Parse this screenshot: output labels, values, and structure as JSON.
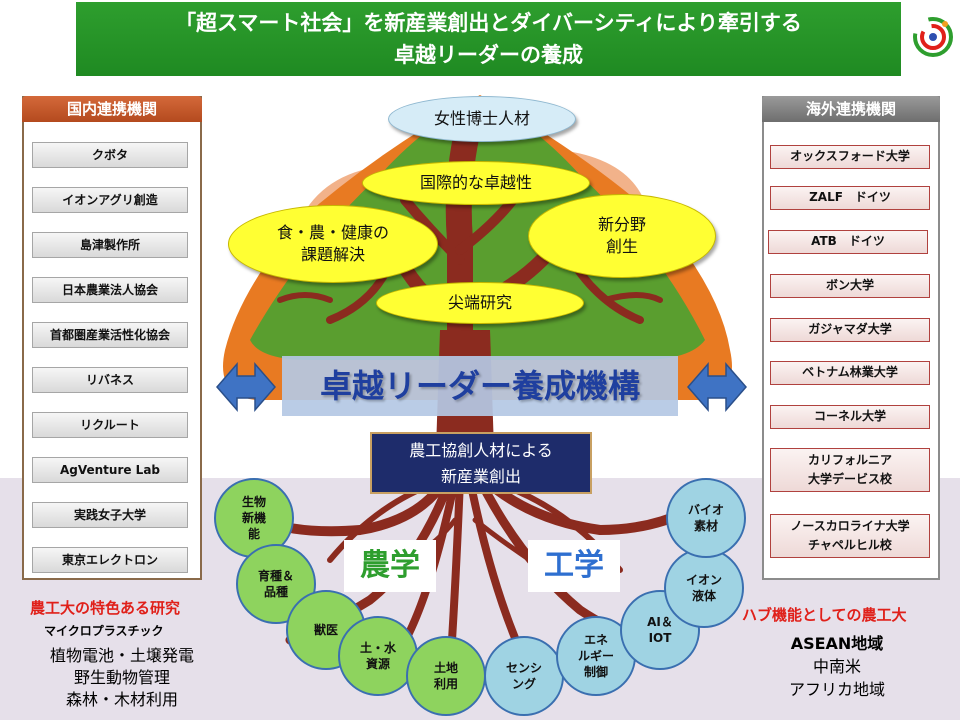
{
  "title": {
    "line1": "「超スマート社会」を新産業創出とダイバーシティにより牽引する",
    "line2": "卓越リーダーの養成"
  },
  "domestic": {
    "header": "国内連携機関",
    "items": [
      "クボタ",
      "イオンアグリ創造",
      "島津製作所",
      "日本農業法人協会",
      "首都圏産業活性化協会",
      "リバネス",
      "リクルート",
      "AgVenture Lab",
      "実践女子大学",
      "東京エレクトロン"
    ]
  },
  "overseas": {
    "header": "海外連携機関",
    "items": [
      "オックスフォード大学",
      "ZALF　ドイツ",
      "ATB　ドイツ",
      "ボン大学",
      "ガジャマダ大学",
      "ベトナム林業大学",
      "コーネル大学",
      "カリフォルニア\n大学デービス校",
      "ノースカロライナ大学\nチャペルヒル校"
    ]
  },
  "crown": {
    "top": "女性博士人材",
    "global": "国際的な卓越性",
    "left": "食・農・健康の\n課題解決",
    "right": "新分野\n創生",
    "bottom": "尖端研究"
  },
  "center_label": "卓越リーダー養成機構",
  "trunk_box": {
    "line1": "農工協創人材による",
    "line2": "新産業創出"
  },
  "agri_label": "農学",
  "eng_label": "工学",
  "roots_green": [
    "生物\n新機\n能",
    "育種＆\n品種",
    "獣医",
    "土・水\n資源",
    "土地\n利用"
  ],
  "roots_blue": [
    "センシ\nング",
    "エネ\nルギー\n制御",
    "AI＆\nIOT",
    "イオン\n液体",
    "バイオ\n素材"
  ],
  "features": {
    "title": "農工大の特色ある研究",
    "items": [
      "マイクロプラスチック",
      "植物電池・土壌発電",
      "野生動物管理",
      "森林・木材利用"
    ]
  },
  "hub": {
    "title": "ハブ機能としての農工大",
    "items": [
      "ASEAN地域",
      "中南米",
      "アフリカ地域"
    ]
  },
  "colors": {
    "title_green": "#1f8a22",
    "domestic_head": "#c0582a",
    "overseas_head": "#7f7f7f",
    "crown_orange": "#e87a22",
    "crown_green": "#5a9e2f",
    "trunk": "#8b2b1f",
    "ellipse": "#ffff33",
    "center_band": "#b4c8e4",
    "center_text": "#1f3f9f",
    "arrow": "#3f73c4",
    "trunk_box": "#1e2c6b",
    "root_green": "#8ed35e",
    "root_blue": "#9fd3e3"
  }
}
